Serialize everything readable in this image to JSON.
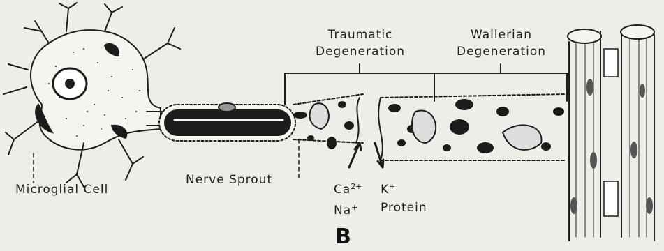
{
  "labels": {
    "traumatic_line1": "Traumatic",
    "traumatic_line2": "Degeneration",
    "wallerian_line1": "Wallerian",
    "wallerian_line2": "Degeneration",
    "microglial_cell": "Microglial Cell",
    "nerve_sprout": "Nerve Sprout",
    "ion_calcium": "Ca",
    "ion_calcium_charge": "2+",
    "ion_sodium": "Na",
    "ion_sodium_charge": "+",
    "ion_potassium": "K",
    "ion_potassium_charge": "+",
    "protein": "Protein",
    "panel_letter": "B"
  },
  "colors": {
    "background": "#ecefe8",
    "ink": "#1c1c1c"
  }
}
